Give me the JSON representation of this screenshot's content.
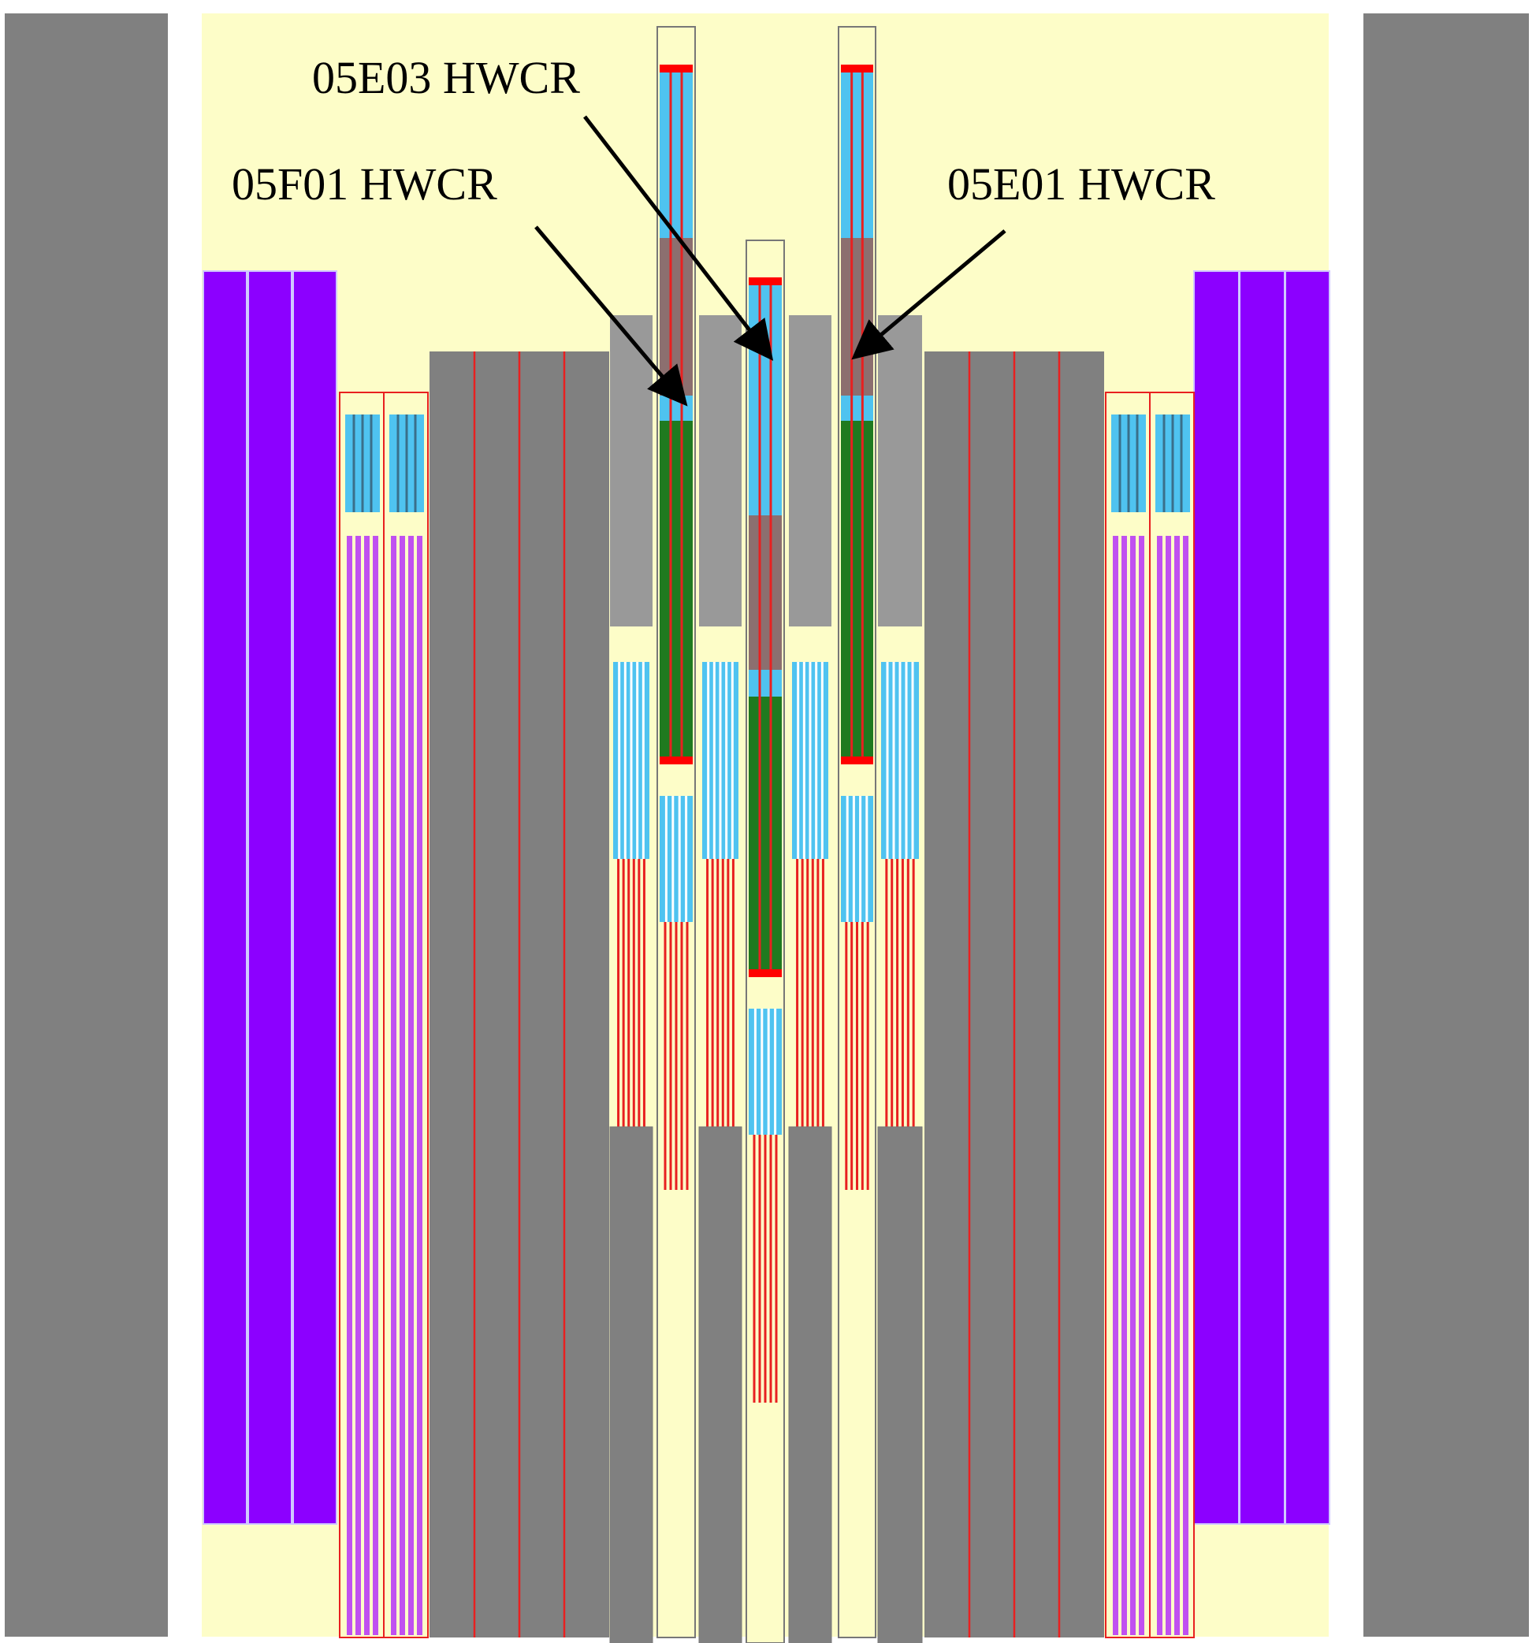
{
  "labels": {
    "e03": "05E03 HWCR",
    "f01": "05F01 HWCR",
    "e01": "05E01 HWCR"
  },
  "colors": {
    "background": "#ffffff",
    "moderator": "#fdfdc8",
    "outer_wall": "#808080",
    "graphite": "#808080",
    "light_graphite": "#999999",
    "reflector": "#8c00ff",
    "water": "#4fc3f0",
    "rod_absorber": "#1f7a1f",
    "rod_mid": "#8c6f6f",
    "fuel": "#e82020",
    "fuel_line": "#e82020",
    "outline": "#777777",
    "cap": "#ff0000",
    "magenta_rod": "#c050f0",
    "arrow": "#000000"
  },
  "icons": [
    "arrow-icon"
  ]
}
